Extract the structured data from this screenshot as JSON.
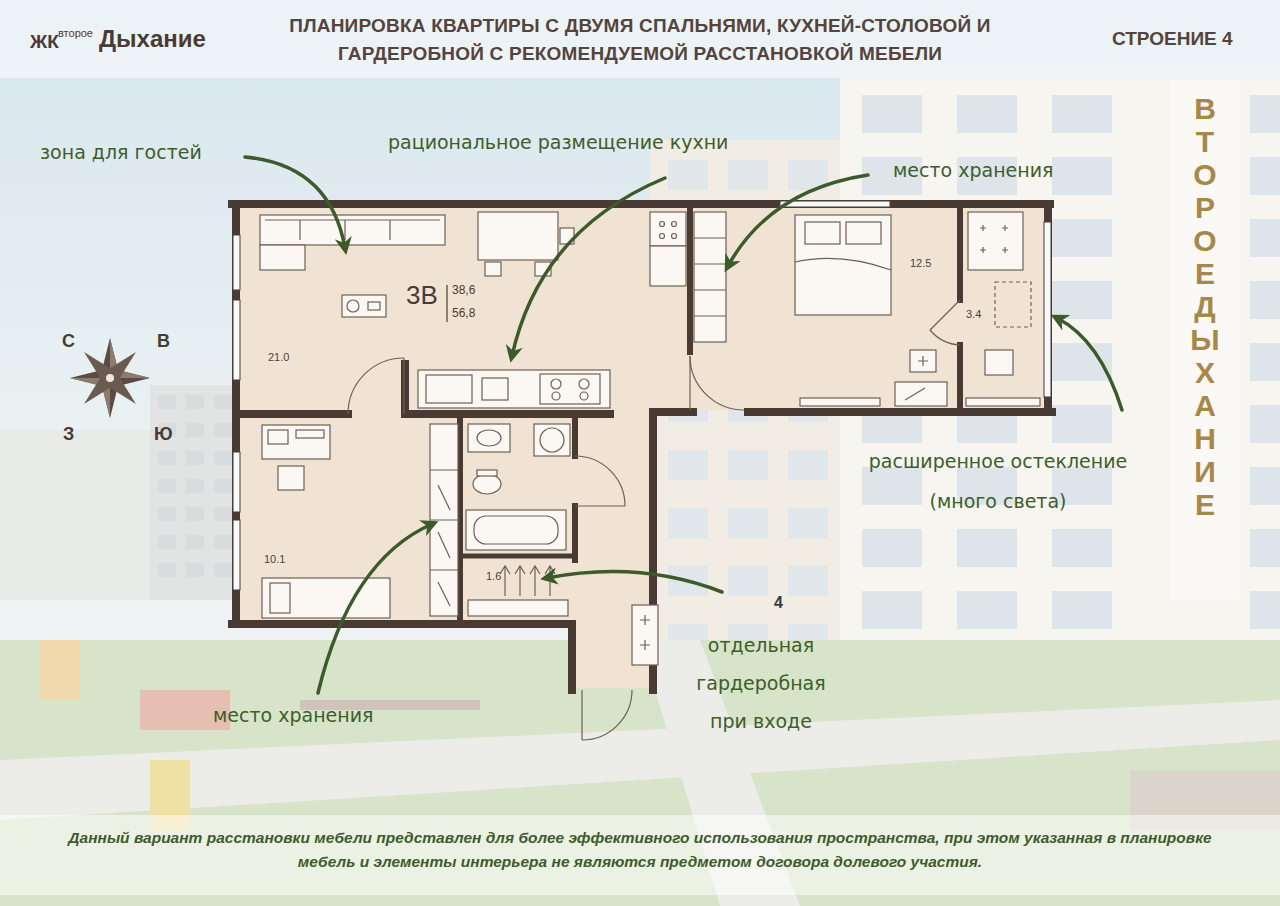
{
  "diagram": {
    "title": "ПЛАНИРОВКА КВАРТИРЫ С ДВУМЯ СПАЛЬНЯМИ, КУХНЕЙ-СТОЛОВОЙ И ГАРДЕРОБНОЙ С РЕКОМЕНДУЕМОЙ РАССТАНОВКОЙ МЕБЕЛИ",
    "caption": "Данный вариант расстановки мебели представлен для более эффективного использования пространства, при этом указанная в планировке мебель и элементы интерьера не являются предметом договора долевого участия.",
    "nodes": [
      {
        "text": [
          "21.0"
        ]
      },
      {
        "text": [
          "12.5"
        ]
      },
      {
        "text": [
          "3.4"
        ]
      },
      {
        "text": [
          "10.1"
        ]
      },
      {
        "text": [
          "1.6"
        ]
      }
    ],
    "labels": [
      "ЖК",
      "второе",
      "Дыхание",
      "СТРОЕНИЕ 4",
      "зона для гостей",
      "рациональное размещение кухни",
      "место хранения",
      "расширенное остекление (много света)",
      "отдельная гардеробная при входе",
      "место хранения",
      "3В",
      "38,6",
      "56,8",
      "С",
      "В",
      "З",
      "Ю",
      "ВТОРОЕ ДЫХАНИЕ",
      "4"
    ]
  }
}
